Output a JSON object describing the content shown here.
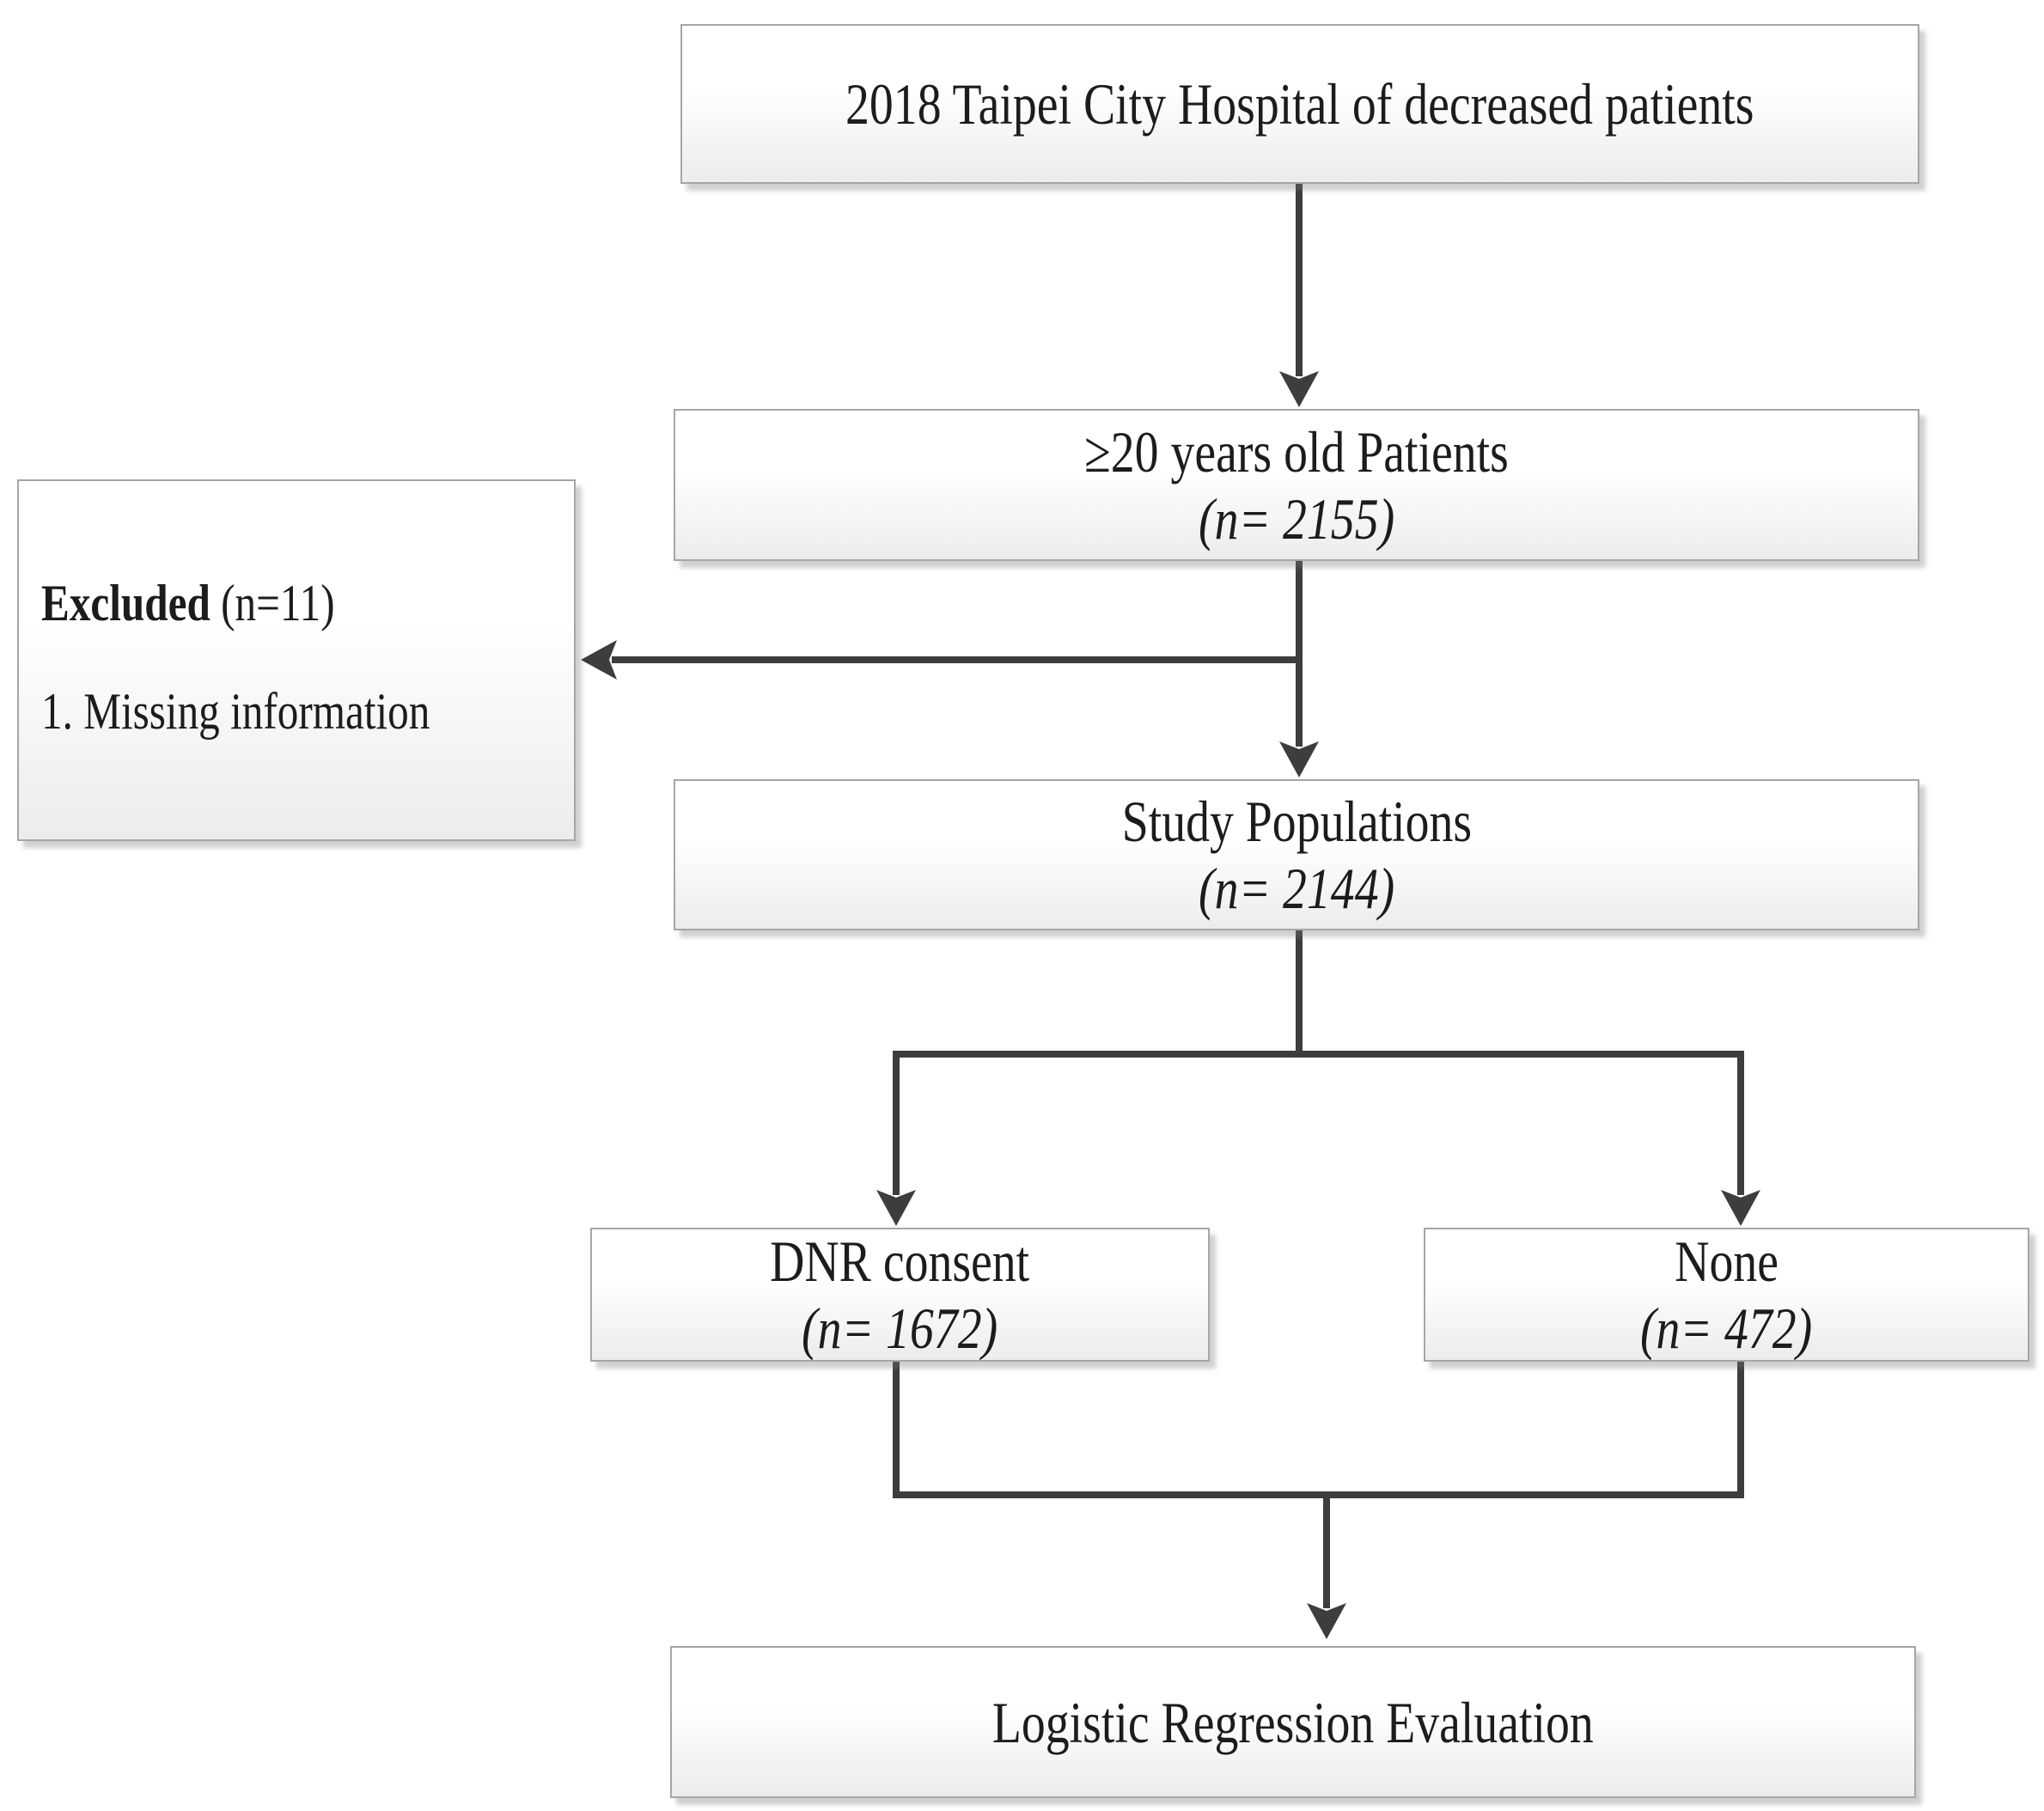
{
  "figure": {
    "colors": {
      "line": "#3d3d3d",
      "box-border": "#a6a6a6",
      "box-fill-top": "#ffffff",
      "box-fill-bottom": "#ececec",
      "text": "#1c1c1c"
    },
    "nodes": {
      "source": {
        "line1": "2018 Taipei City Hospital of decreased patients"
      },
      "age_filter": {
        "line1": "≥20 years old Patients",
        "line2": "(n= 2155)"
      },
      "excluded": {
        "title": "Excluded",
        "count": "(n=11)",
        "item1": "1. Missing information"
      },
      "study": {
        "line1": "Study Populations",
        "line2": "(n= 2144)"
      },
      "dnr_consent": {
        "line1": "DNR consent",
        "line2": "(n= 1672)"
      },
      "none": {
        "line1": "None",
        "line2": "(n= 472)"
      },
      "outcome": {
        "line1": "Logistic Regression Evaluation"
      }
    }
  }
}
